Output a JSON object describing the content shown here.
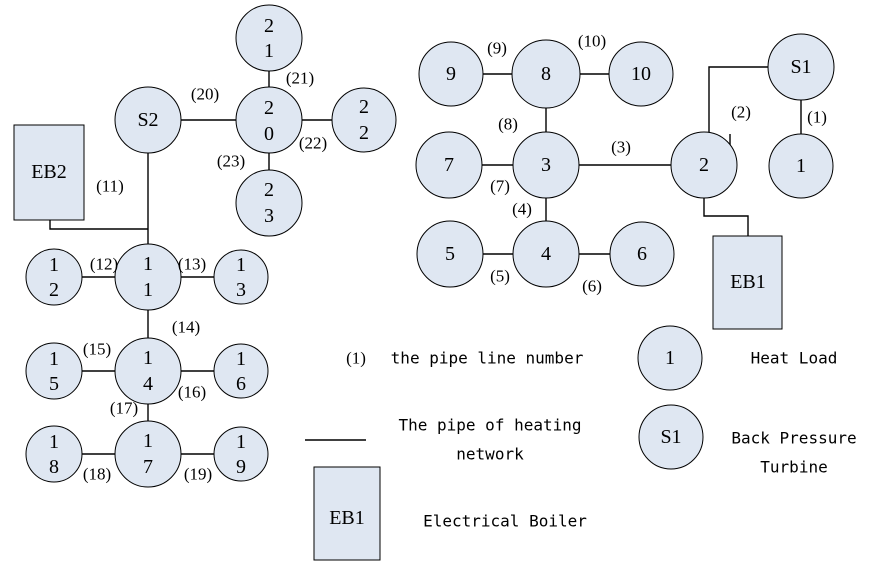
{
  "colors": {
    "node_fill": "#dfe7f2",
    "line": "#000000",
    "background": "#ffffff"
  },
  "nodes": {
    "s1": "S1",
    "s2": "S2",
    "eb1": "EB1",
    "eb2": "EB2",
    "n1": "1",
    "n2": "2",
    "n3": "3",
    "n4": "4",
    "n5": "5",
    "n6": "6",
    "n7": "7",
    "n8": "8",
    "n9": "9",
    "n10": "10",
    "n11": [
      "1",
      "1"
    ],
    "n12": [
      "1",
      "2"
    ],
    "n13": [
      "1",
      "3"
    ],
    "n14": [
      "1",
      "4"
    ],
    "n15": [
      "1",
      "5"
    ],
    "n16": [
      "1",
      "6"
    ],
    "n17": [
      "1",
      "7"
    ],
    "n18": [
      "1",
      "8"
    ],
    "n19": [
      "1",
      "9"
    ],
    "n20": [
      "2",
      "0"
    ],
    "n21": [
      "2",
      "1"
    ],
    "n22": [
      "2",
      "2"
    ],
    "n23": [
      "2",
      "3"
    ]
  },
  "pipes": {
    "p1": "(1)",
    "p2": "(2)",
    "p3": "(3)",
    "p4": "(4)",
    "p5": "(5)",
    "p6": "(6)",
    "p7": "(7)",
    "p8": "(8)",
    "p9": "(9)",
    "p10": "(10)",
    "p11": "(11)",
    "p12": "(12)",
    "p13": "(13)",
    "p14": "(14)",
    "p15": "(15)",
    "p16": "(16)",
    "p17": "(17)",
    "p18": "(18)",
    "p19": "(19)",
    "p20": "(20)",
    "p21": "(21)",
    "p22": "(22)",
    "p23": "(23)"
  },
  "legend": {
    "pipe_number_sample": "(1)",
    "pipe_number_text": "the pipe line number",
    "heat_load_symbol": "1",
    "heat_load_text": "Heat Load",
    "pipe_text_line1": "The pipe of heating",
    "pipe_text_line2": "network",
    "turbine_symbol": "S1",
    "turbine_text_line1": "Back Pressure",
    "turbine_text_line2": "Turbine",
    "boiler_symbol": "EB1",
    "boiler_text": "Electrical Boiler"
  }
}
